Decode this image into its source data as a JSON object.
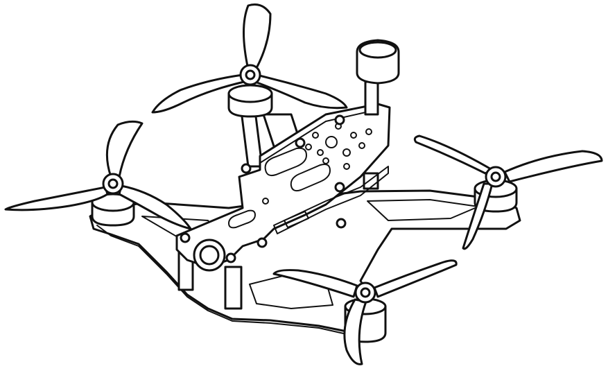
{
  "figure": {
    "subject_icon": "fpv-quadcopter-drone-icon",
    "style": "black line art on white",
    "colors": {
      "background": "#ffffff",
      "line": "#111111"
    },
    "components": [
      "propeller",
      "motor",
      "frame-arm",
      "top-plate",
      "camera",
      "antenna-mount",
      "standoff"
    ]
  }
}
